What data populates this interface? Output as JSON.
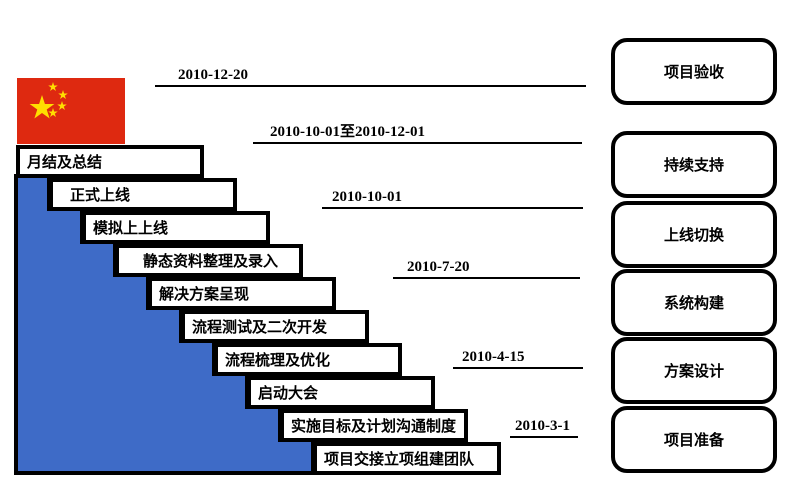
{
  "colors": {
    "staircase_fill": "#3E6BC7",
    "flag_red": "#DE2910",
    "flag_star_yellow": "#FFDE00",
    "line_black": "#000000"
  },
  "milestones": [
    {
      "date": "2010-12-20"
    },
    {
      "date": "2010-10-01至2010-12-01"
    },
    {
      "date": "2010-10-01"
    },
    {
      "date": "2010-7-20"
    },
    {
      "date": "2010-4-15"
    },
    {
      "date": "2010-3-1"
    }
  ],
  "steps": [
    {
      "label": "月结及总结"
    },
    {
      "label": "正式上线"
    },
    {
      "label": "模拟上上线"
    },
    {
      "label": "静态资料整理及录入"
    },
    {
      "label": "解决方案呈现"
    },
    {
      "label": "流程测试及二次开发"
    },
    {
      "label": "流程梳理及优化"
    },
    {
      "label": "启动大会"
    },
    {
      "label": "实施目标及计划沟通制度"
    },
    {
      "label": "项目交接立项组建团队"
    }
  ],
  "phases": [
    {
      "label": "项目验收"
    },
    {
      "label": "持续支持"
    },
    {
      "label": "上线切换"
    },
    {
      "label": "系统构建"
    },
    {
      "label": "方案设计"
    },
    {
      "label": "项目准备"
    }
  ]
}
